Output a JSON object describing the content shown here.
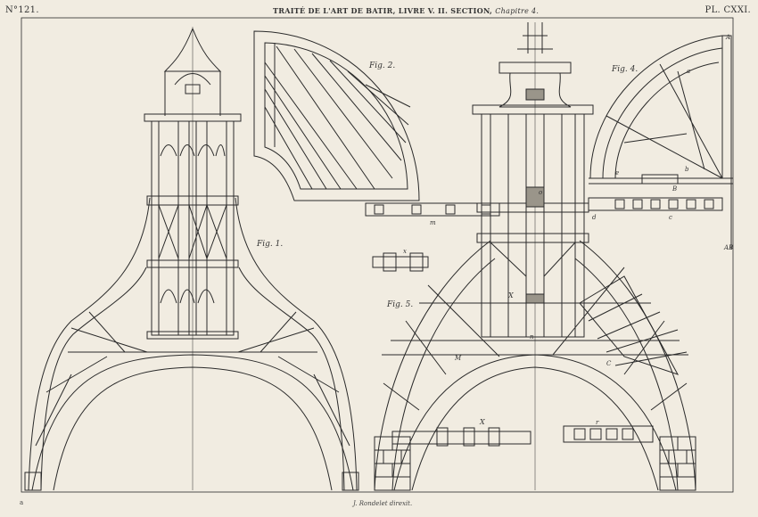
{
  "plate": {
    "number": "N°121.",
    "title": "TRAITÉ DE L'ART DE BATIR, LIVRE V.",
    "section": "II. SECTION,",
    "chapter": "Chapitre 4.",
    "plate_label": "PL. CXXI.",
    "credit": "J. Rondelet direxit.",
    "corner_mark": "a"
  },
  "figures": {
    "fig1": "Fig. 1.",
    "fig2": "Fig. 2.",
    "fig4": "Fig. 4.",
    "fig5": "Fig. 5."
  },
  "letters": {
    "A": "A",
    "AB": "AB",
    "B": "B",
    "C": "C",
    "M": "M",
    "X1": "X",
    "X2": "X",
    "a": "a",
    "b": "b",
    "c": "c",
    "d": "d",
    "e": "e",
    "m": "m",
    "n": "n",
    "o": "o",
    "r": "r",
    "x": "x"
  },
  "colors": {
    "paper": "#f1ece1",
    "ink": "#2a2a2a",
    "border": "#c9c2b3"
  }
}
